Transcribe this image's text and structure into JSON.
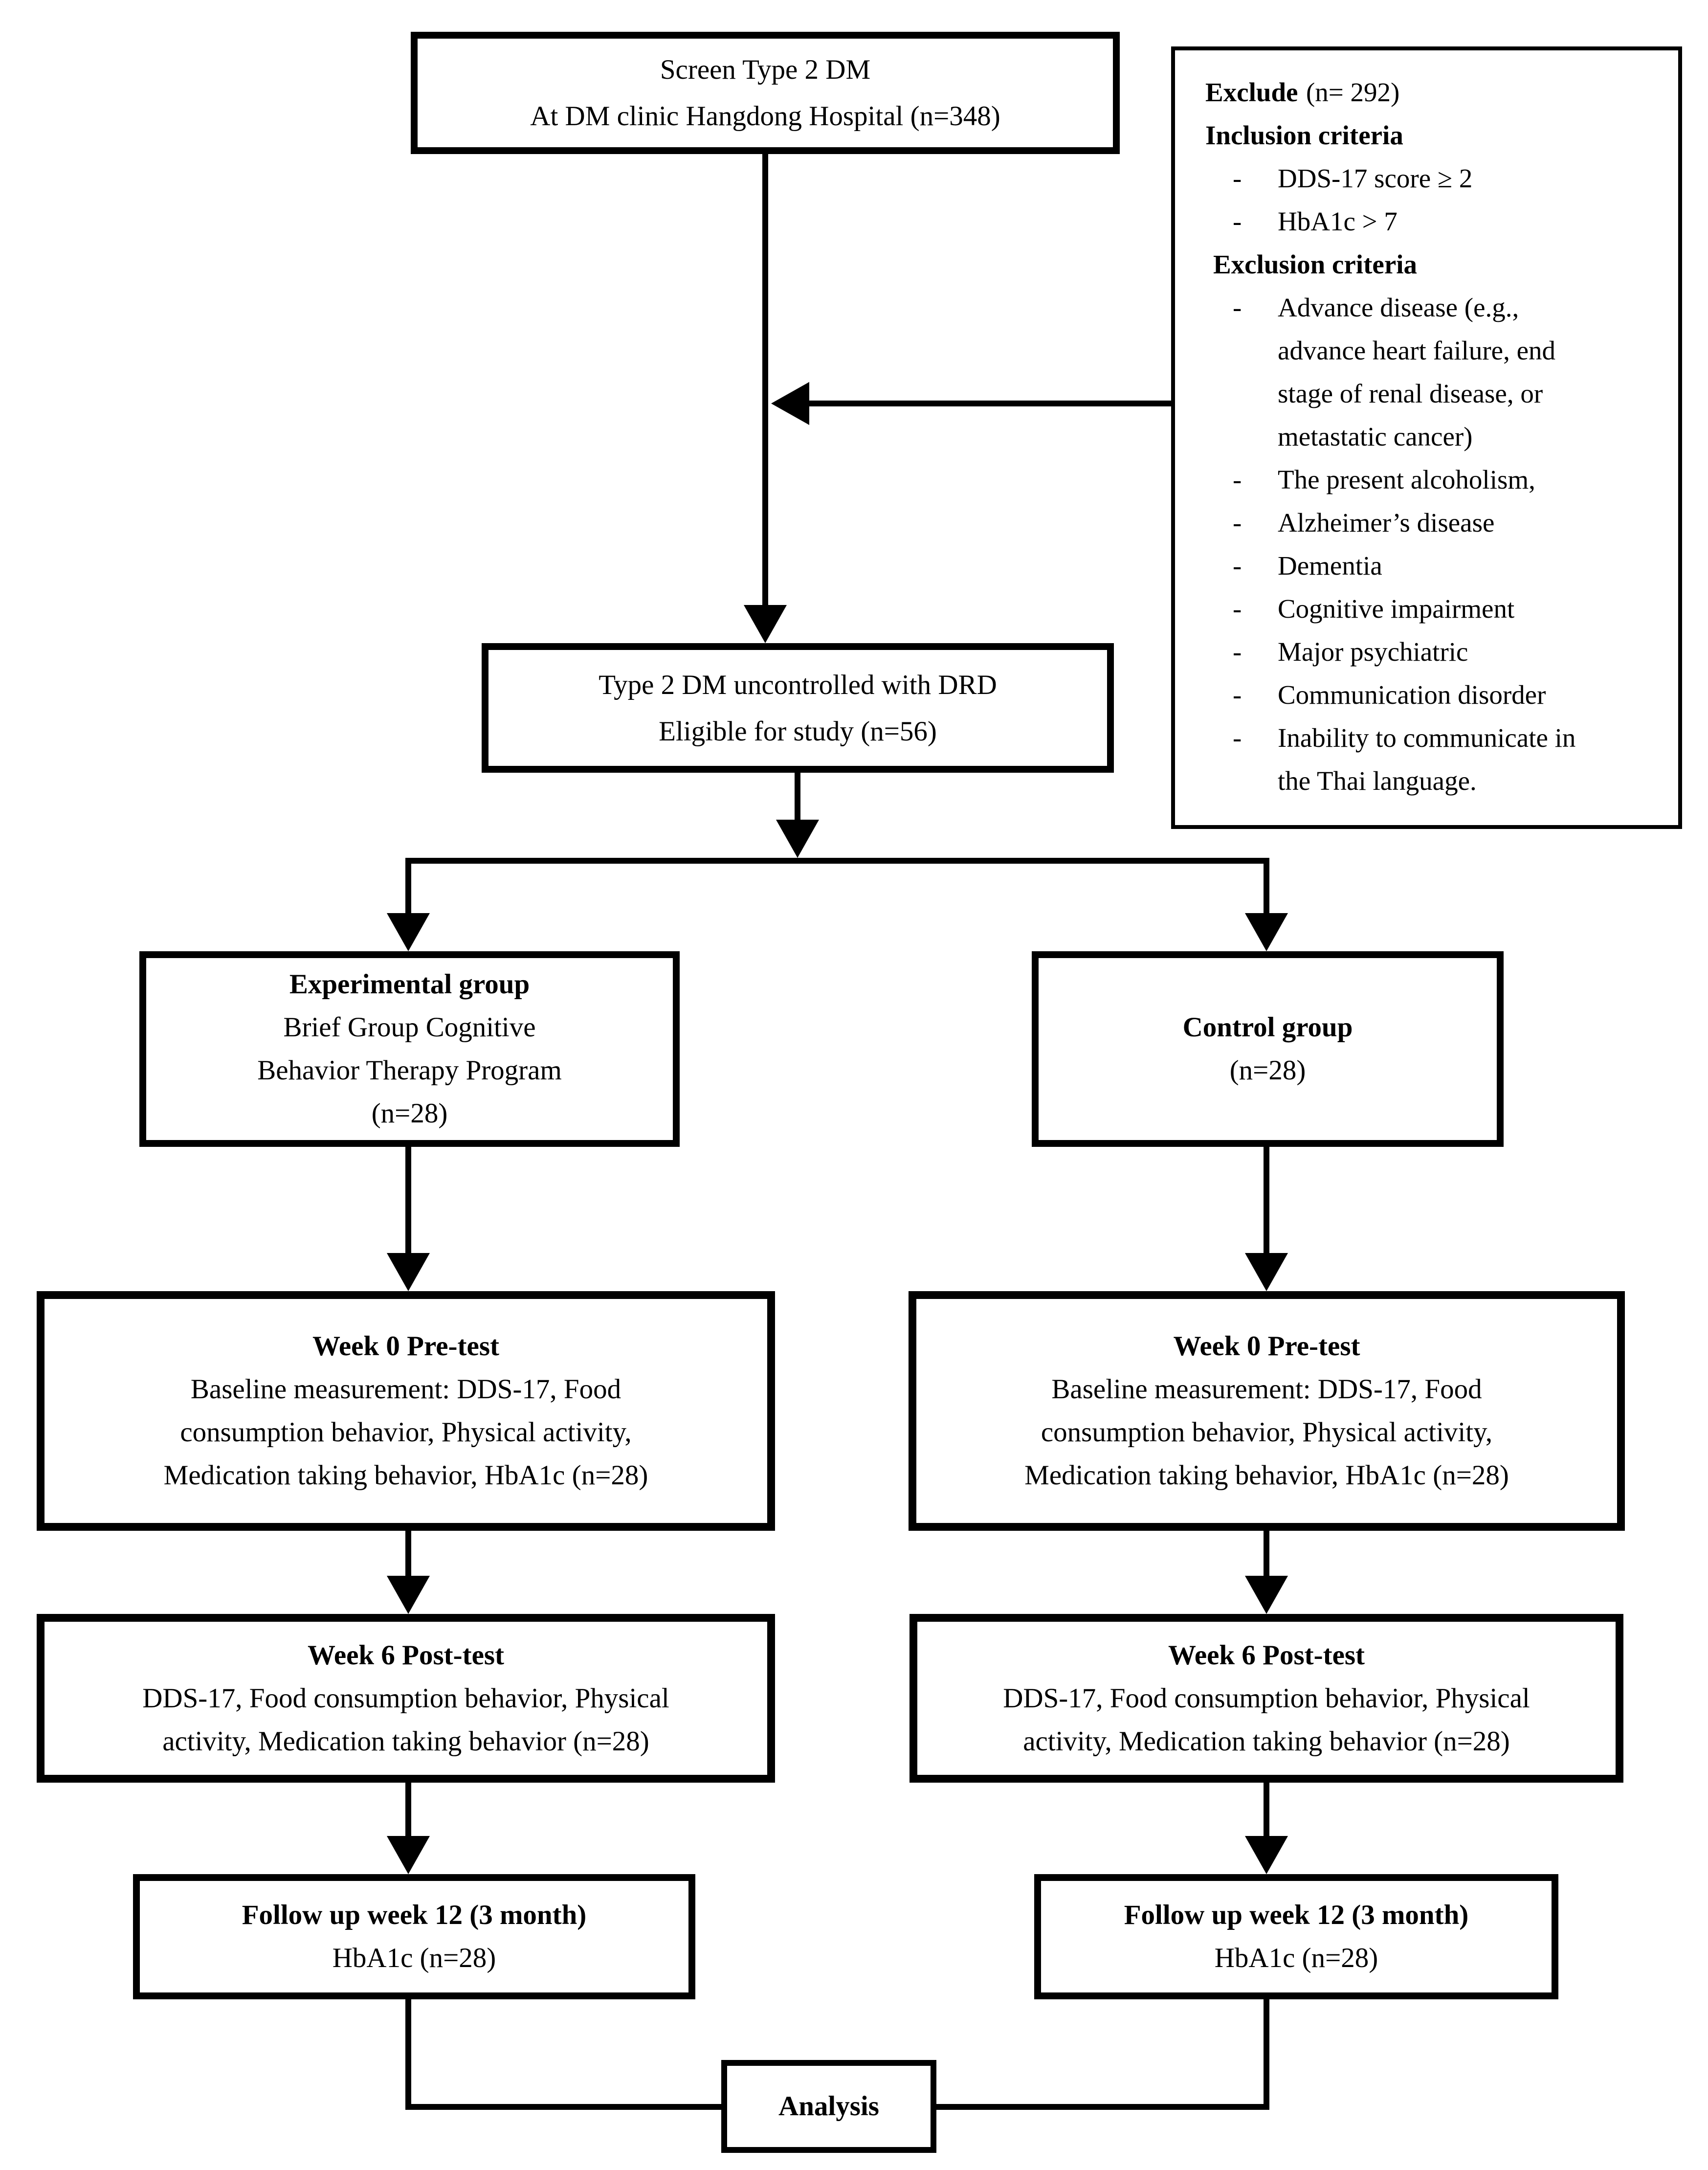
{
  "diagram": {
    "bullet": "-",
    "colors": {
      "line": "#000000",
      "background": "#ffffff",
      "text": "#000000"
    },
    "screen_box": {
      "line1": "Screen Type 2 DM",
      "line2": "At DM clinic Hangdong Hospital (n=348)"
    },
    "exclude_box": {
      "heading_bold": "Exclude",
      "heading_rest": "(n= 292)",
      "inclusion_heading": "Inclusion criteria",
      "inclusion_items": [
        "DDS-17 score ≥ 2",
        "HbA1c > 7"
      ],
      "exclusion_heading": "Exclusion criteria",
      "exclusion_items": [
        "Advance disease (e.g., advance heart failure, end stage of renal disease, or metastatic cancer)",
        "The present alcoholism,",
        "Alzheimer’s disease",
        "Dementia",
        "Cognitive impairment",
        "Major psychiatric",
        "Communication disorder",
        "Inability to communicate in the Thai language."
      ]
    },
    "eligible_box": {
      "line1": "Type 2 DM uncontrolled with DRD",
      "line2": "Eligible for study (n=56)"
    },
    "experimental_box": {
      "title": "Experimental group",
      "line1": "Brief Group Cognitive",
      "line2": "Behavior Therapy Program",
      "line3": "(n=28)"
    },
    "control_box": {
      "title": "Control group",
      "line1": "(n=28)"
    },
    "week0_box": {
      "title": "Week 0 Pre-test",
      "body": "Baseline measurement: DDS-17, Food consumption behavior, Physical activity, Medication taking behavior, HbA1c (n=28)"
    },
    "week6_box": {
      "title": "Week 6 Post-test",
      "body": "DDS-17, Food consumption behavior, Physical activity, Medication taking behavior (n=28)"
    },
    "followup_box": {
      "title": "Follow up week 12 (3 month)",
      "body": "HbA1c (n=28)"
    },
    "analysis_box": {
      "title": "Analysis"
    }
  }
}
